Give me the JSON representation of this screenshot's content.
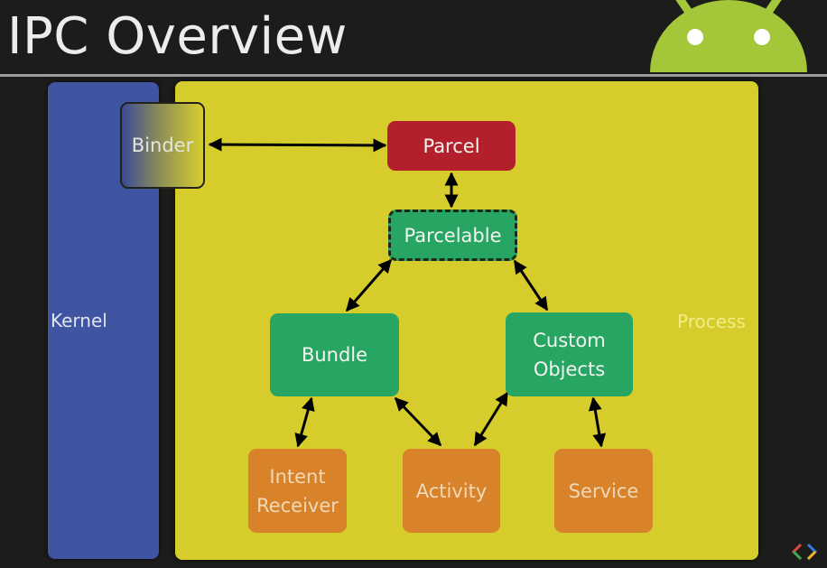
{
  "slide": {
    "title": "IPC Overview"
  },
  "panels": {
    "kernel": "Kernel",
    "process": "Process"
  },
  "nodes": {
    "binder": "Binder",
    "parcel": "Parcel",
    "parcelable": "Parcelable",
    "bundle": "Bundle",
    "custom_line1": "Custom",
    "custom_line2": "Objects",
    "intent_line1": "Intent",
    "intent_line2": "Receiver",
    "activity": "Activity",
    "service": "Service"
  },
  "colors": {
    "kernel": "#3f55a2",
    "process": "#d6cd2c",
    "parcel": "#b3202c",
    "green_nodes": "#27a563",
    "orange_nodes": "#d8822a",
    "android_logo": "#a4c639"
  },
  "icons": [
    "android-logo-icon",
    "google-io-icon"
  ]
}
